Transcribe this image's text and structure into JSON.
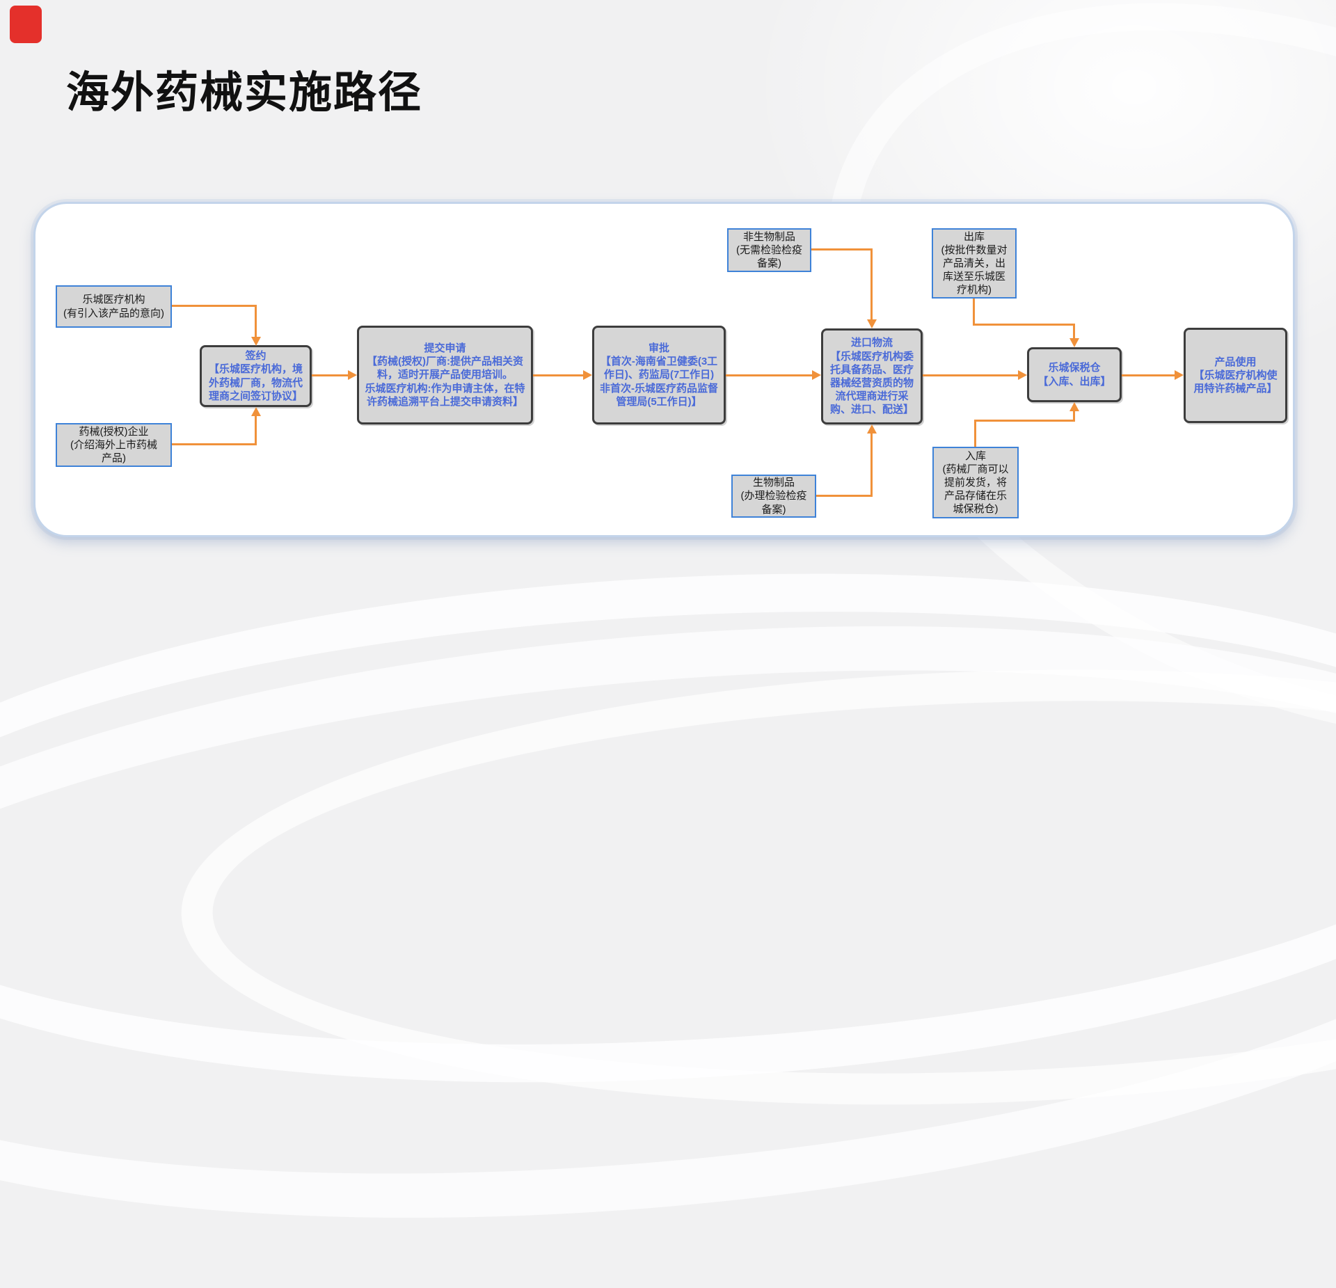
{
  "page": {
    "title": "海外药械实施路径"
  },
  "colors": {
    "background": "#f1f1f2",
    "logo_red": "#e4302b",
    "panel_border_blue": "#c3d4ea",
    "box_fill_gray": "#d6d6d6",
    "box_border_blue": "#3e82d8",
    "box_border_dark": "#3d3d3d",
    "box_text_blue": "#4a6ad8",
    "arrow_orange": "#f0913a"
  },
  "flow": {
    "boxes": [
      {
        "id": "lecheng-medical-org",
        "text": "乐城医疗机构\n(有引入该产品的意向)"
      },
      {
        "id": "pharma-authorized-enterprise",
        "text": "药械(授权)企业\n(介绍海外上市药械\n产品)"
      },
      {
        "id": "sign-contract",
        "text": "签约\n【乐城医疗机构，境\n外药械厂商，物流代\n理商之间签订协议】"
      },
      {
        "id": "submit-application",
        "text": "提交申请\n【药械(授权)厂商:提供产品相关资\n料，适时开展产品使用培训。\n乐城医疗机构:作为申请主体，在特\n许药械追溯平台上提交申请资料】"
      },
      {
        "id": "approval",
        "text": "审批\n【首次-海南省卫健委(3工\n作日)、药监局(7工作日)\n非首次-乐城医疗药品监督\n管理局(5工作日)】"
      },
      {
        "id": "non-biological-products",
        "text": "非生物制品\n(无需检验检疫\n备案)"
      },
      {
        "id": "biological-products",
        "text": "生物制品\n(办理检验检疫\n备案)"
      },
      {
        "id": "import-logistics",
        "text": "进口物流\n【乐城医疗机构委\n托具备药品、医疗\n器械经营资质的物\n流代理商进行采\n购、进口、配送】"
      },
      {
        "id": "outbound",
        "text": "出库\n(按批件数量对\n产品清关，出\n库送至乐城医\n疗机构)"
      },
      {
        "id": "inbound",
        "text": "入库\n(药械厂商可以\n提前发货，将\n产品存储在乐\n城保税仓)"
      },
      {
        "id": "bonded-warehouse",
        "text": "乐城保税仓\n【入库、出库】"
      },
      {
        "id": "product-use",
        "text": "产品使用\n【乐城医疗机构使\n用特许药械产品】"
      }
    ]
  }
}
